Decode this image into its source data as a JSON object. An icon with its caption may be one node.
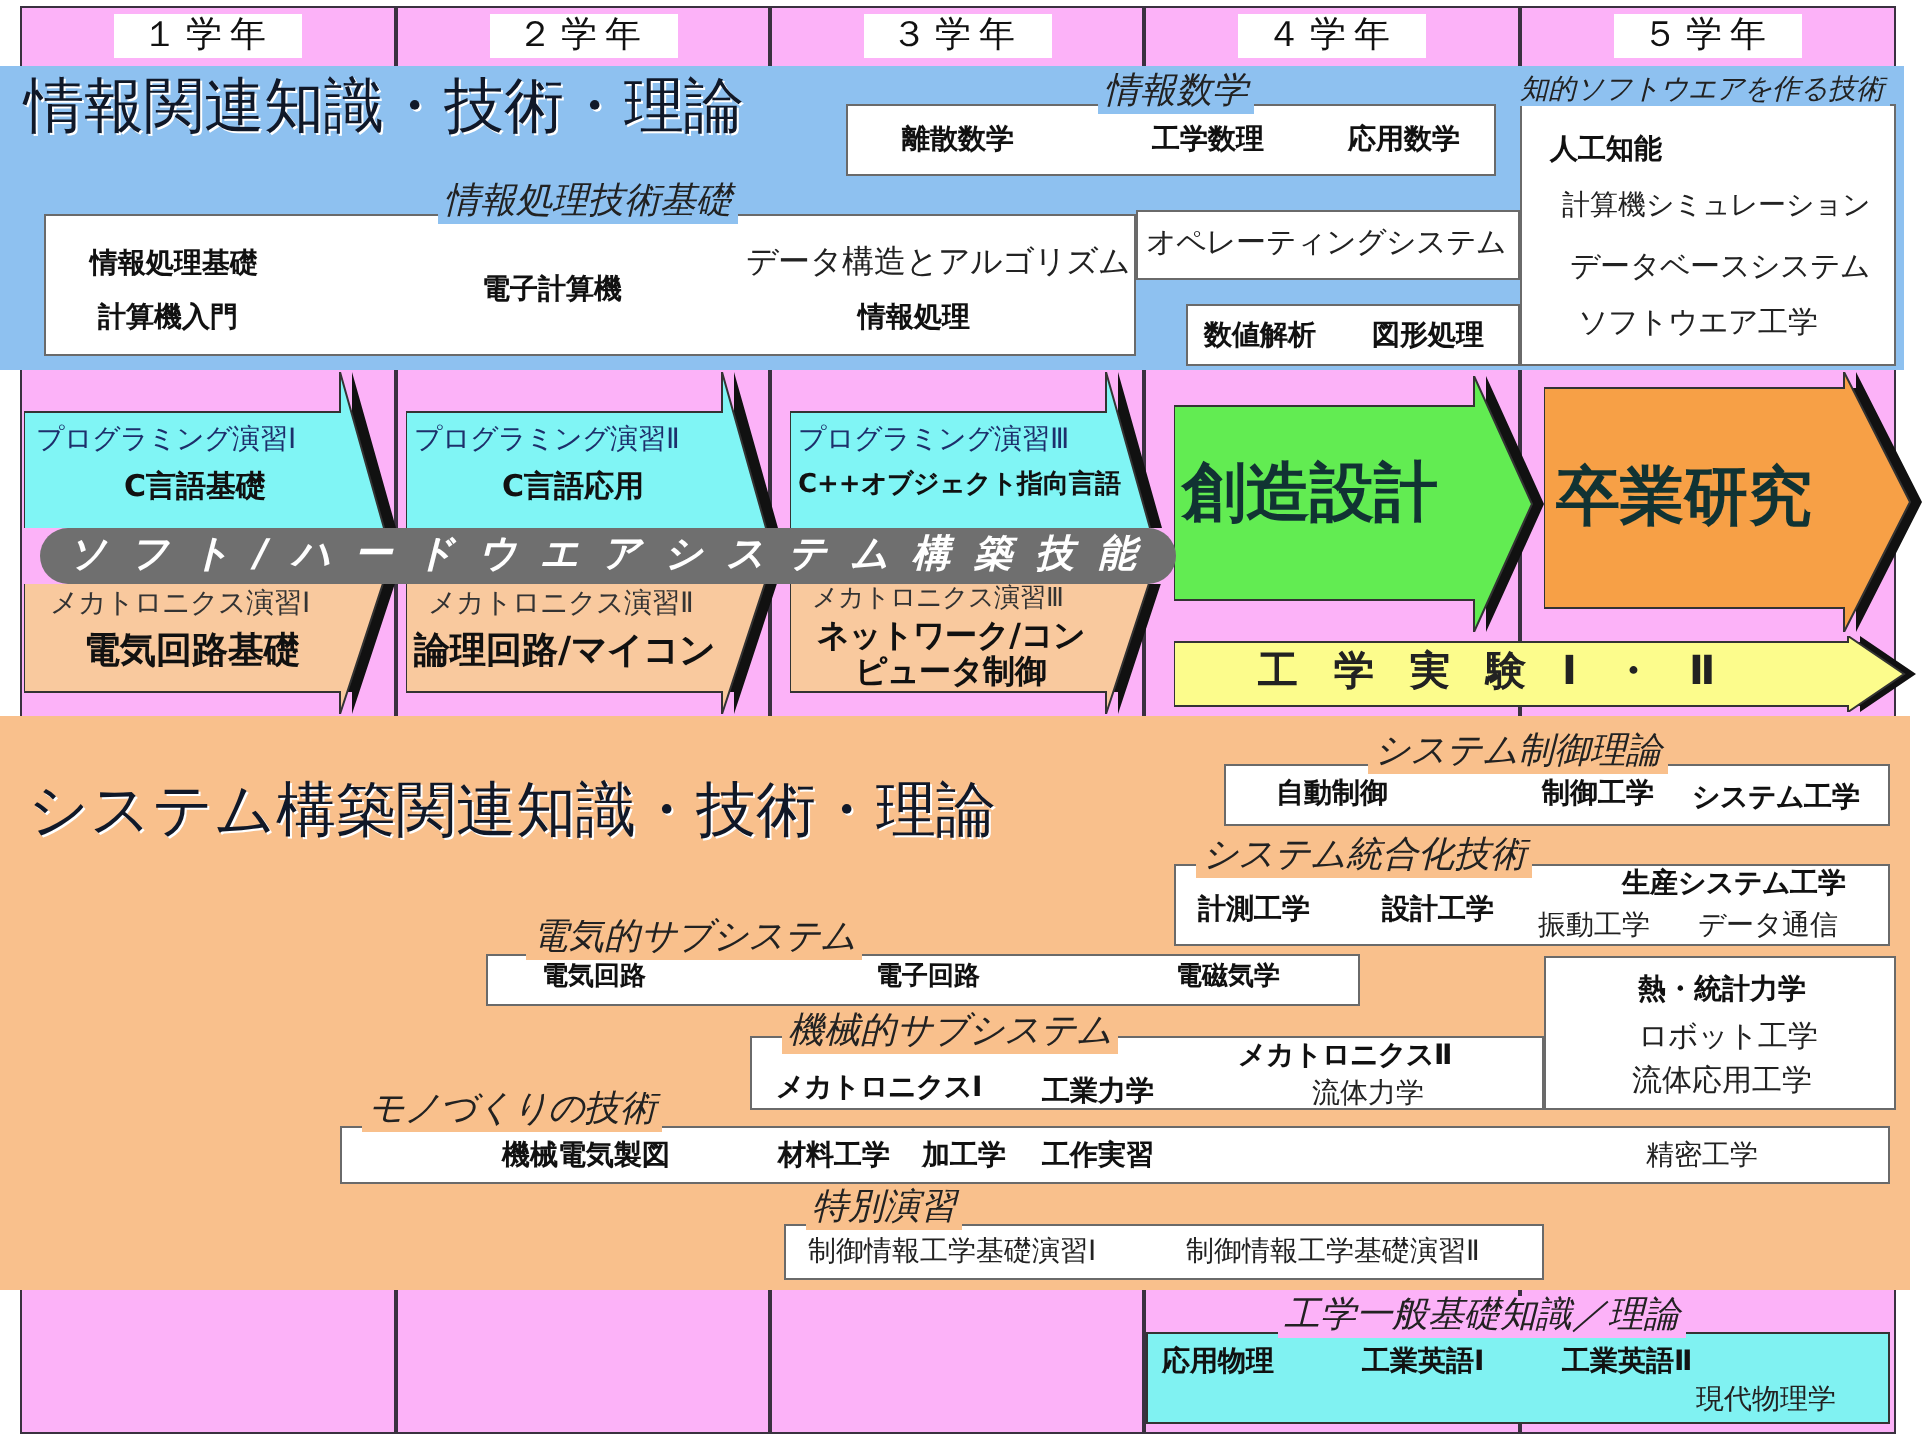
{
  "diagram": {
    "nodes": [
      {
        "text": [
          "情報関連知識・技術・理論"
        ]
      },
      {
        "text": [
          "情報数学",
          "離散数学",
          "工学数理",
          "応用数学"
        ],
        "in": 0
      },
      {
        "text": [
          "情報処理技術基礎",
          "情報処理基礎",
          "計算機入門",
          "電子計算機",
          "データ構造とアルゴリズム",
          "情報処理"
        ],
        "in": 0
      },
      {
        "text": [
          "オペレーティングシステム"
        ],
        "in": 0
      },
      {
        "text": [
          "知的ソフトウエアを作る技術",
          "人工知能",
          "計算機シミュレーション",
          "データベースシステム",
          "ソフトウエア工学"
        ],
        "in": 0
      },
      {
        "text": [
          "数値解析",
          "図形処理"
        ],
        "in": 0
      },
      {
        "text": [
          "プログラミング演習Ⅰ",
          "C言語基礎"
        ]
      },
      {
        "text": [
          "プログラミング演習Ⅱ",
          "C言語応用"
        ]
      },
      {
        "text": [
          "プログラミング演習Ⅲ",
          "C++オブジェクト指向言語"
        ]
      },
      {
        "text": [
          "ソフト/ハードウエアシステム構築技能"
        ]
      },
      {
        "text": [
          "メカトロニクス演習Ⅰ",
          "電気回路基礎"
        ]
      },
      {
        "text": [
          "メカトロニクス演習Ⅱ",
          "論理回路/マイコン"
        ]
      },
      {
        "text": [
          "メカトロニクス演習Ⅲ",
          "ネットワーク/コンピュータ制御"
        ]
      },
      {
        "text": [
          "創造設計"
        ]
      },
      {
        "text": [
          "卒業研究"
        ]
      },
      {
        "text": [
          "工学実験Ⅰ・Ⅱ"
        ]
      },
      {
        "text": [
          "システム構築関連知識・技術・理論"
        ]
      },
      {
        "text": [
          "システム制御理論",
          "自動制御",
          "制御工学",
          "システム工学"
        ],
        "in": 16
      },
      {
        "text": [
          "システム統合化技術",
          "計測工学",
          "設計工学",
          "生産システム工学",
          "振動工学",
          "データ通信"
        ],
        "in": 16
      },
      {
        "text": [
          "電気的サブシステム",
          "電気回路",
          "電子回路",
          "電磁気学"
        ],
        "in": 16
      },
      {
        "text": [
          "機械的サブシステム",
          "メカトロニクスⅠ",
          "工業力学",
          "メカトロニクスⅡ",
          "流体力学"
        ],
        "in": 16
      },
      {
        "text": [
          "熱・統計力学",
          "ロボット工学",
          "流体応用工学"
        ],
        "in": 16
      },
      {
        "text": [
          "モノづくりの技術",
          "機械電気製図",
          "材料工学",
          "加工学",
          "工作実習",
          "精密工学"
        ],
        "in": 16
      },
      {
        "text": [
          "特別演習",
          "制御情報工学基礎演習Ⅰ",
          "制御情報工学基礎演習Ⅱ"
        ],
        "in": 16
      },
      {
        "text": [
          "工学一般基礎知識／理論",
          "応用物理",
          "工業英語Ⅰ",
          "工業英語Ⅱ",
          "現代物理学"
        ]
      }
    ],
    "labels": [
      "１学年",
      "２学年",
      "３学年",
      "４学年",
      "５学年"
    ]
  }
}
